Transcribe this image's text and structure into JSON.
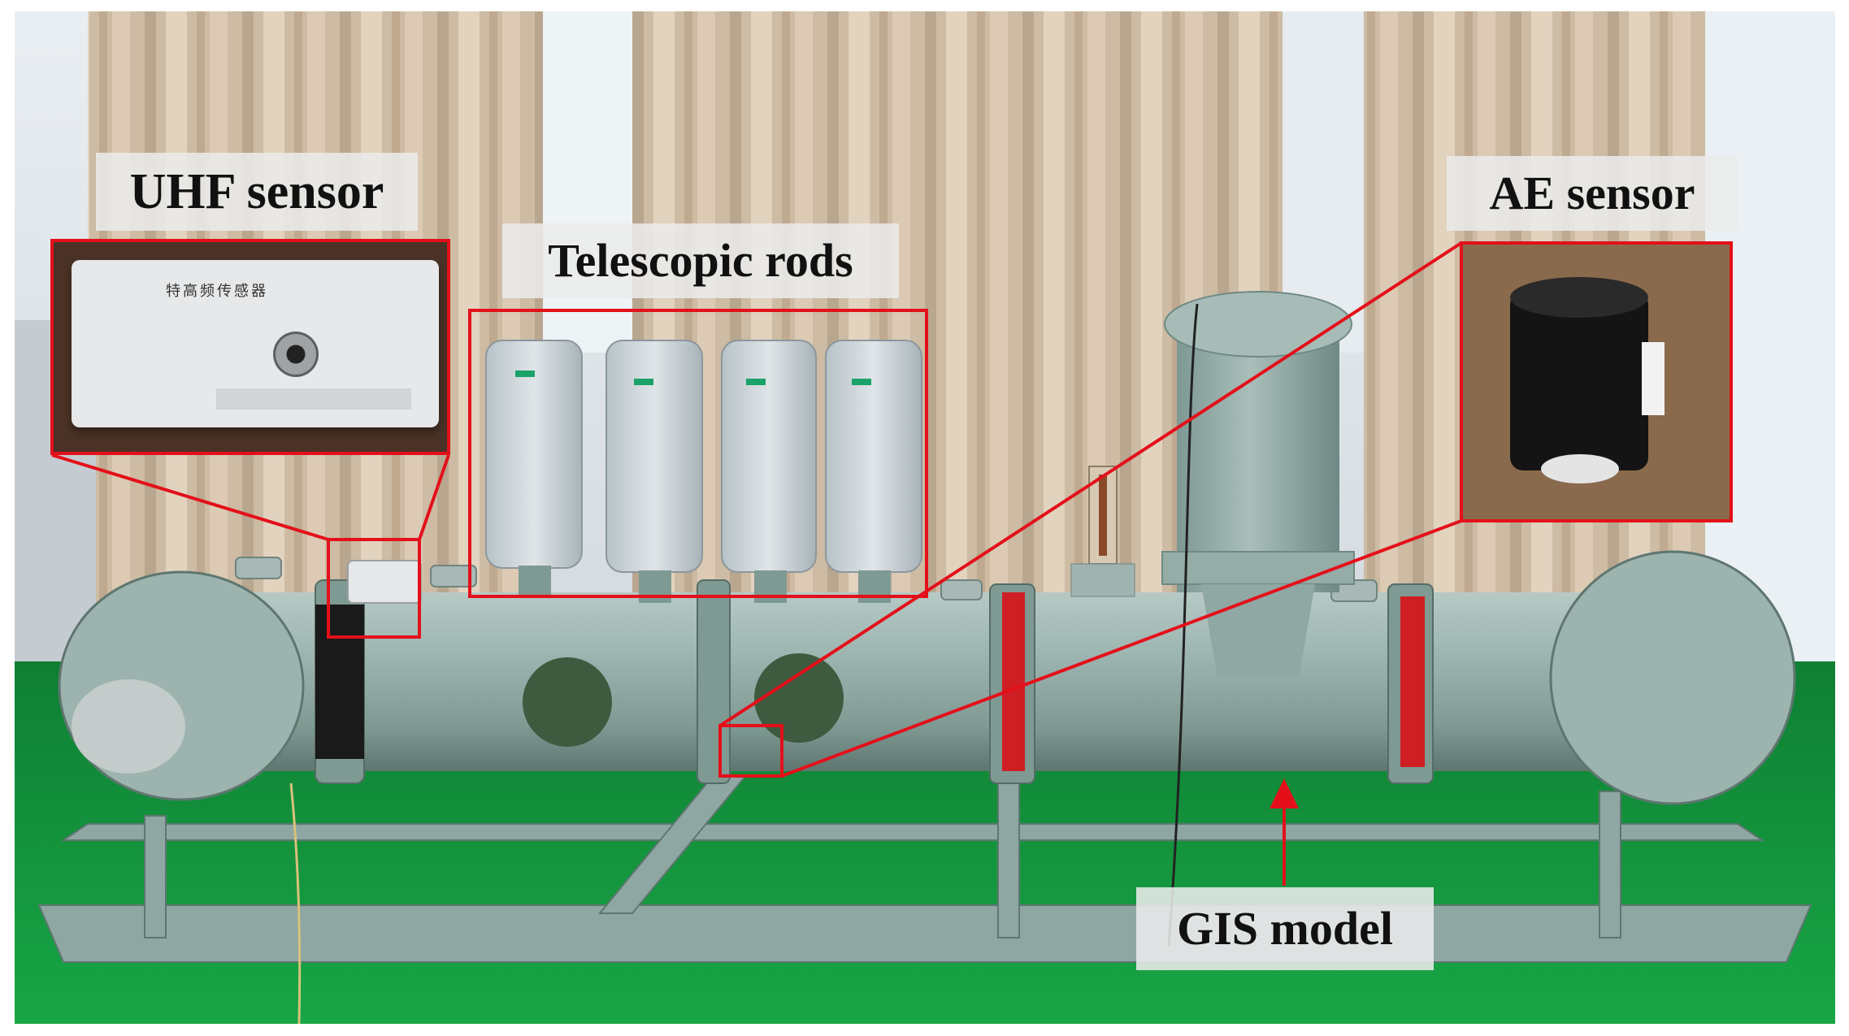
{
  "labels": {
    "uhf_sensor": "UHF sensor",
    "telescopic_rods": "Telescopic rods",
    "ae_sensor": "AE sensor",
    "gis_model": "GIS model"
  },
  "uhf_inset_caption": "特高频传感器",
  "colors": {
    "highlight_red": "#e3101a",
    "equipment_green_gray": "#8fa8a3",
    "floor_green": "#149a3c",
    "curtain_beige": "#cdbba4",
    "label_background": "#ebebeb"
  },
  "icons": [
    "arrow-up-icon"
  ]
}
